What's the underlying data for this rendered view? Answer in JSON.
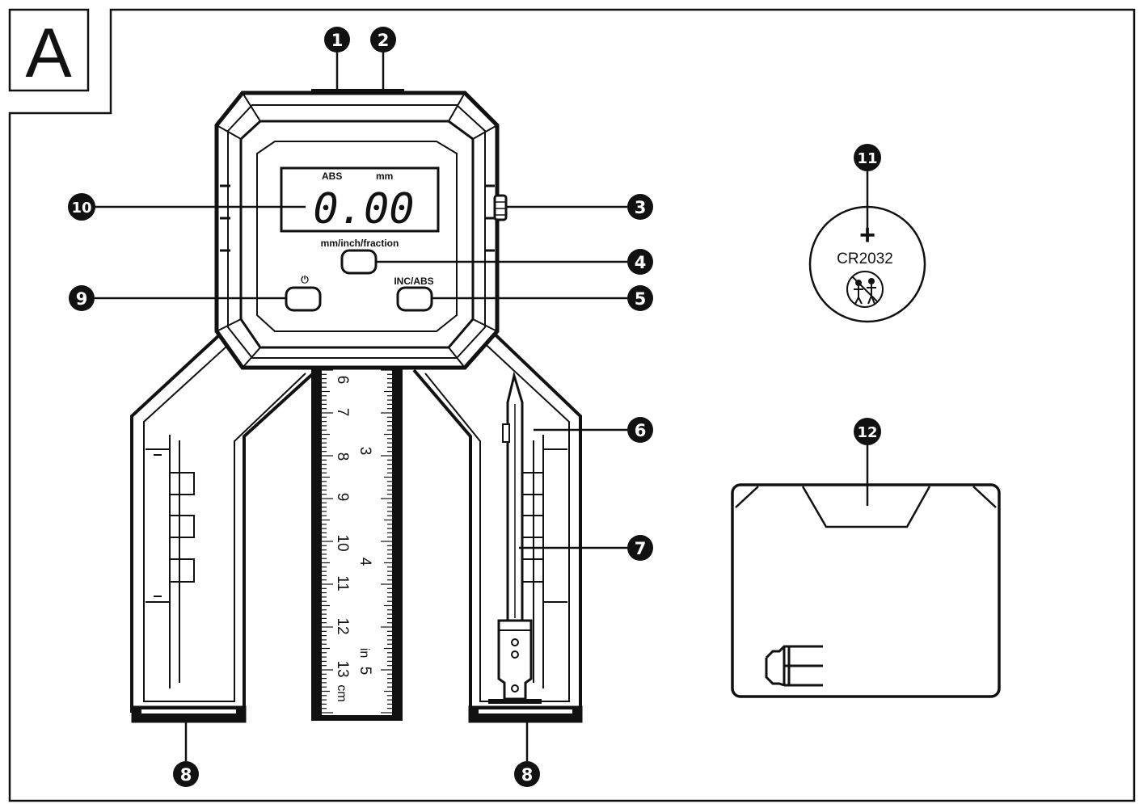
{
  "panel_letter": "A",
  "display": {
    "mode": "ABS",
    "unit": "mm",
    "reading": "0.00"
  },
  "buttons": {
    "unit_label": "mm/inch/fraction",
    "inc_abs_label": "INC/ABS",
    "power_symbol": "⏻"
  },
  "battery": {
    "polarity": "+",
    "model": "CR2032",
    "warning_icon": "keep-away-from-children-icon"
  },
  "ruler": {
    "cm_marks": [
      "6",
      "7",
      "8",
      "9",
      "10",
      "11",
      "12",
      "13"
    ],
    "in_marks": [
      "3",
      "4",
      "5"
    ],
    "cm_unit": "cm",
    "in_unit": "in"
  },
  "callouts": {
    "c1": "1",
    "c2": "2",
    "c3": "3",
    "c4": "4",
    "c5": "5",
    "c6": "6",
    "c7": "7",
    "c8a": "8",
    "c8b": "8",
    "c9": "9",
    "c10": "10",
    "c11": "11",
    "c12": "12"
  }
}
